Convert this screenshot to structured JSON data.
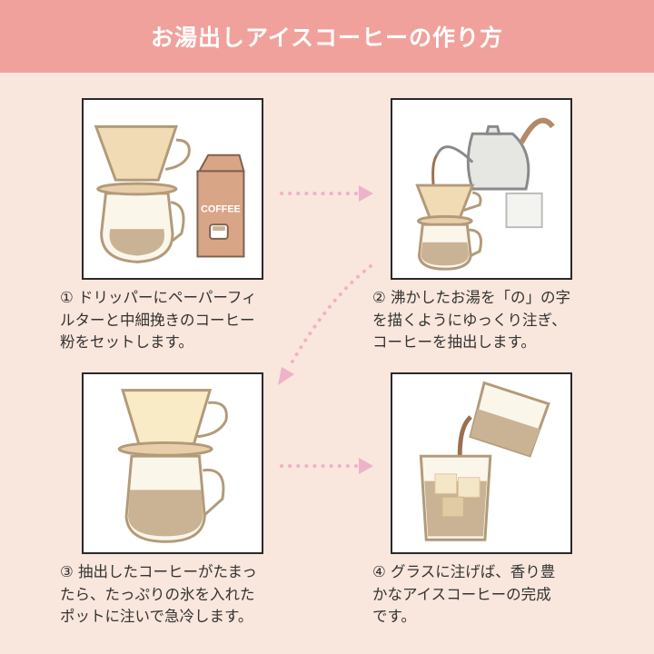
{
  "title": "お湯出しアイスコーヒーの作り方",
  "steps": [
    {
      "lines": [
        "① ドリッパーにペーパーフィ",
        "ルターと中細挽きのコーヒー",
        "粉をセットします。"
      ],
      "package_label": "COFFEE"
    },
    {
      "lines": [
        "② 沸かしたお湯を「の」の字",
        "を描くようにゆっくり注ぎ、",
        "コーヒーを抽出します。"
      ]
    },
    {
      "lines": [
        "③ 抽出したコーヒーがたまっ",
        "たら、たっぷりの氷を入れた",
        "ポットに注いで急冷します。"
      ]
    },
    {
      "lines": [
        "④ グラスに注げば、香り豊",
        "かなアイスコーヒーの完成",
        "です。"
      ]
    }
  ],
  "colors": {
    "header": "#f1a19c",
    "background": "#f9e6dc",
    "arrow": "#eeb3c8",
    "coffee": "#c9b394",
    "outline": "#b29a7a"
  }
}
